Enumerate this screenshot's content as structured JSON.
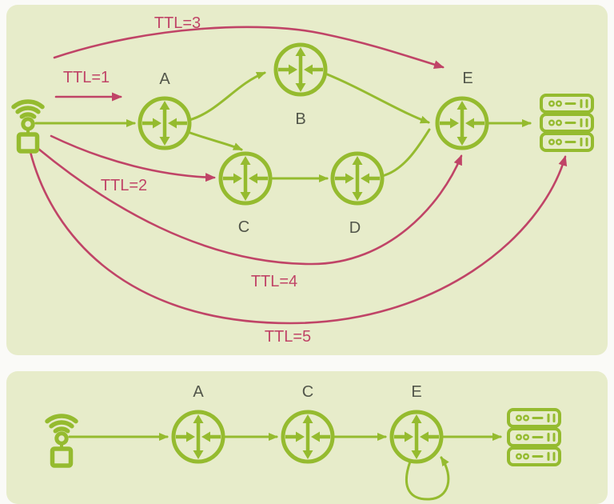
{
  "theme": {
    "green": "#95bb2f",
    "red": "#c04467",
    "ink": "#52564a",
    "panel": "#e7ecca",
    "page_bg": "#fafaf7"
  },
  "top": {
    "ttl1": "TTL=1",
    "ttl2": "TTL=2",
    "ttl3": "TTL=3",
    "ttl4": "TTL=4",
    "ttl5": "TTL=5",
    "node_a": "A",
    "node_b": "B",
    "node_c": "C",
    "node_d": "D",
    "node_e": "E"
  },
  "bottom": {
    "node_a": "A",
    "node_c": "C",
    "node_e": "E"
  }
}
